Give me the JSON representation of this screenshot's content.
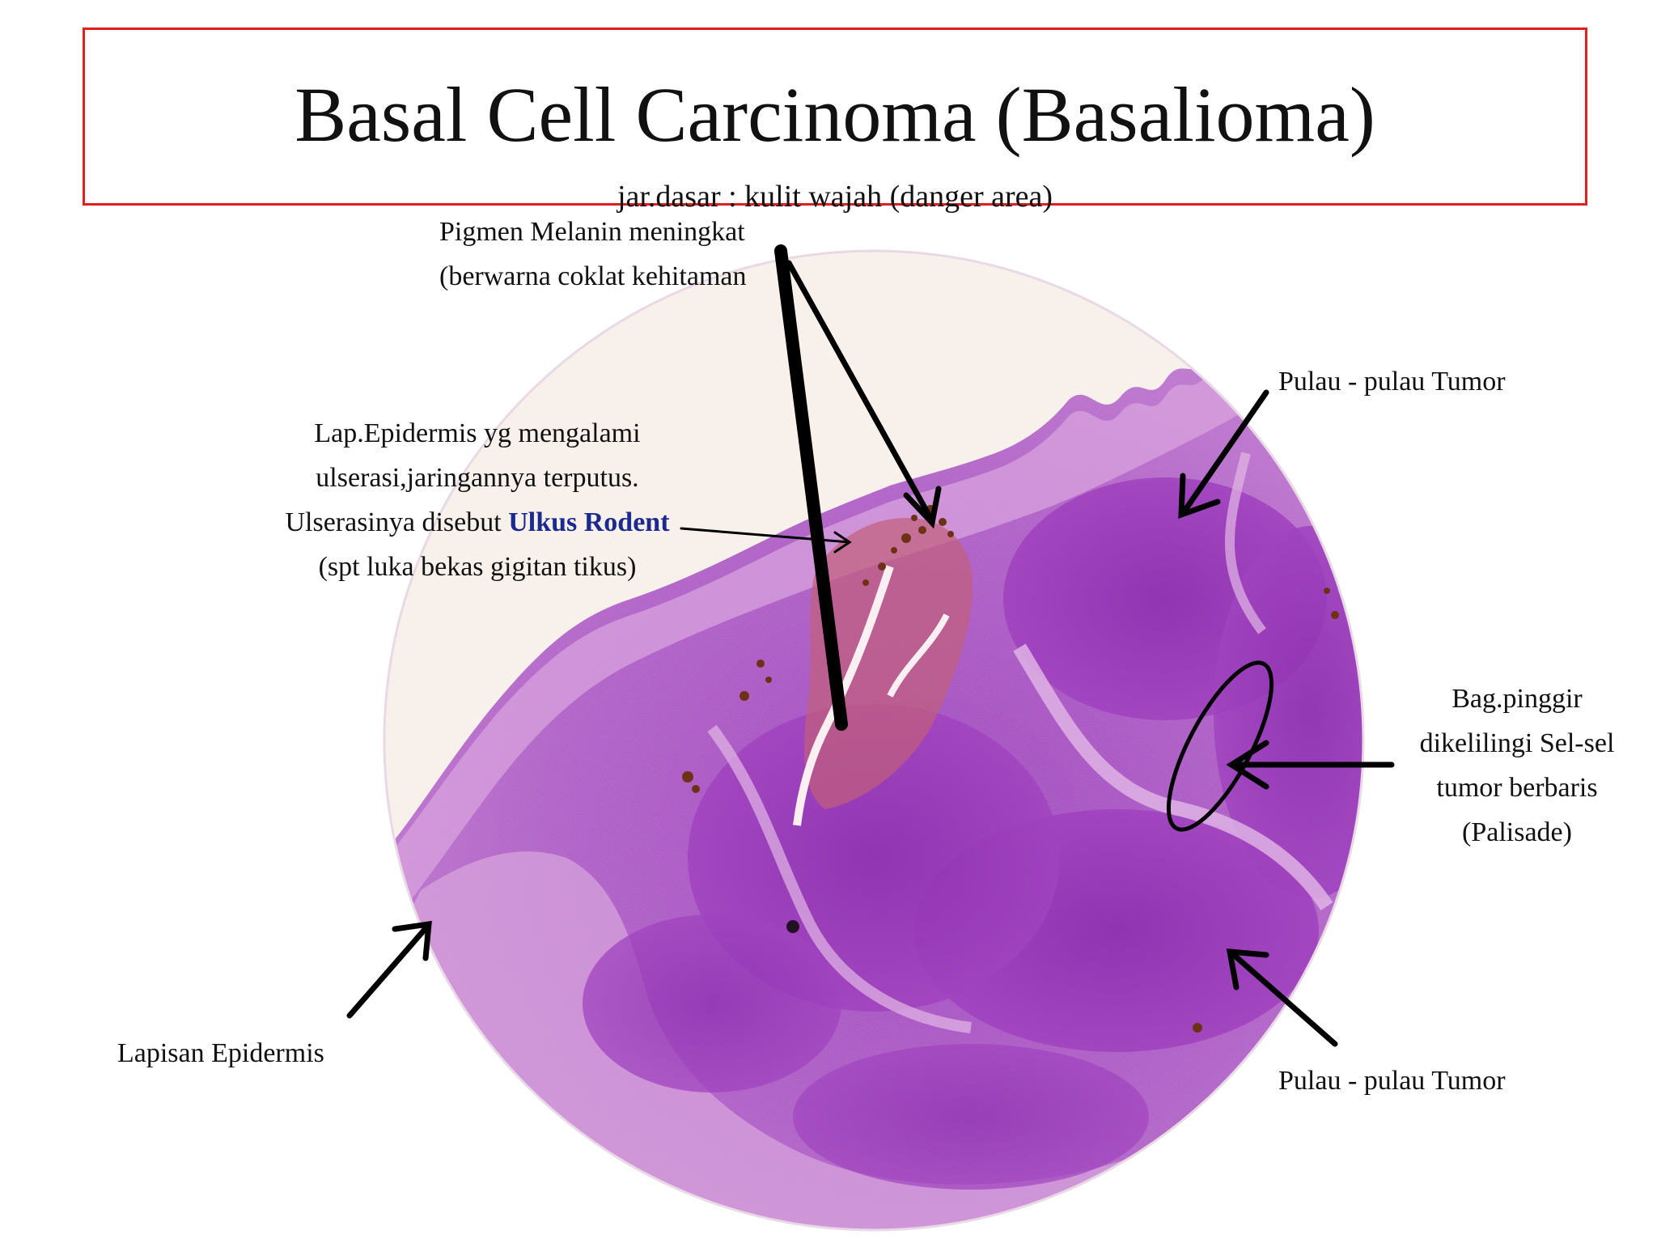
{
  "title": "Basal Cell Carcinoma (Basalioma)",
  "subtitle": "jar.dasar : kulit wajah (danger area)",
  "labels": {
    "melanin": {
      "line1": "Pigmen Melanin meningkat",
      "line2": "(berwarna coklat kehitaman"
    },
    "ulcer": {
      "line1": "Lap.Epidermis yg mengalami",
      "line2": "ulserasi,jaringannya terputus.",
      "line3_prefix": "Ulserasinya disebut ",
      "line3_highlight": "Ulkus Rodent",
      "line4": "(spt luka bekas gigitan tikus)"
    },
    "tumor_top": "Pulau - pulau Tumor",
    "palisade": {
      "line1": "Bag.pinggir",
      "line2": "dikelilingi Sel-sel",
      "line3": "tumor berbaris",
      "line4": "(Palisade)"
    },
    "tumor_bottom": "Pulau - pulau Tumor",
    "epidermis": "Lapisan Epidermis"
  },
  "colors": {
    "frame_border": "#e02020",
    "highlight_text": "#1a2a8f",
    "tissue_primary": "#9b3fb8",
    "tissue_light": "#d9a0df",
    "melanin": "#7a3a1a",
    "background_slide": "#f7f0ea"
  }
}
